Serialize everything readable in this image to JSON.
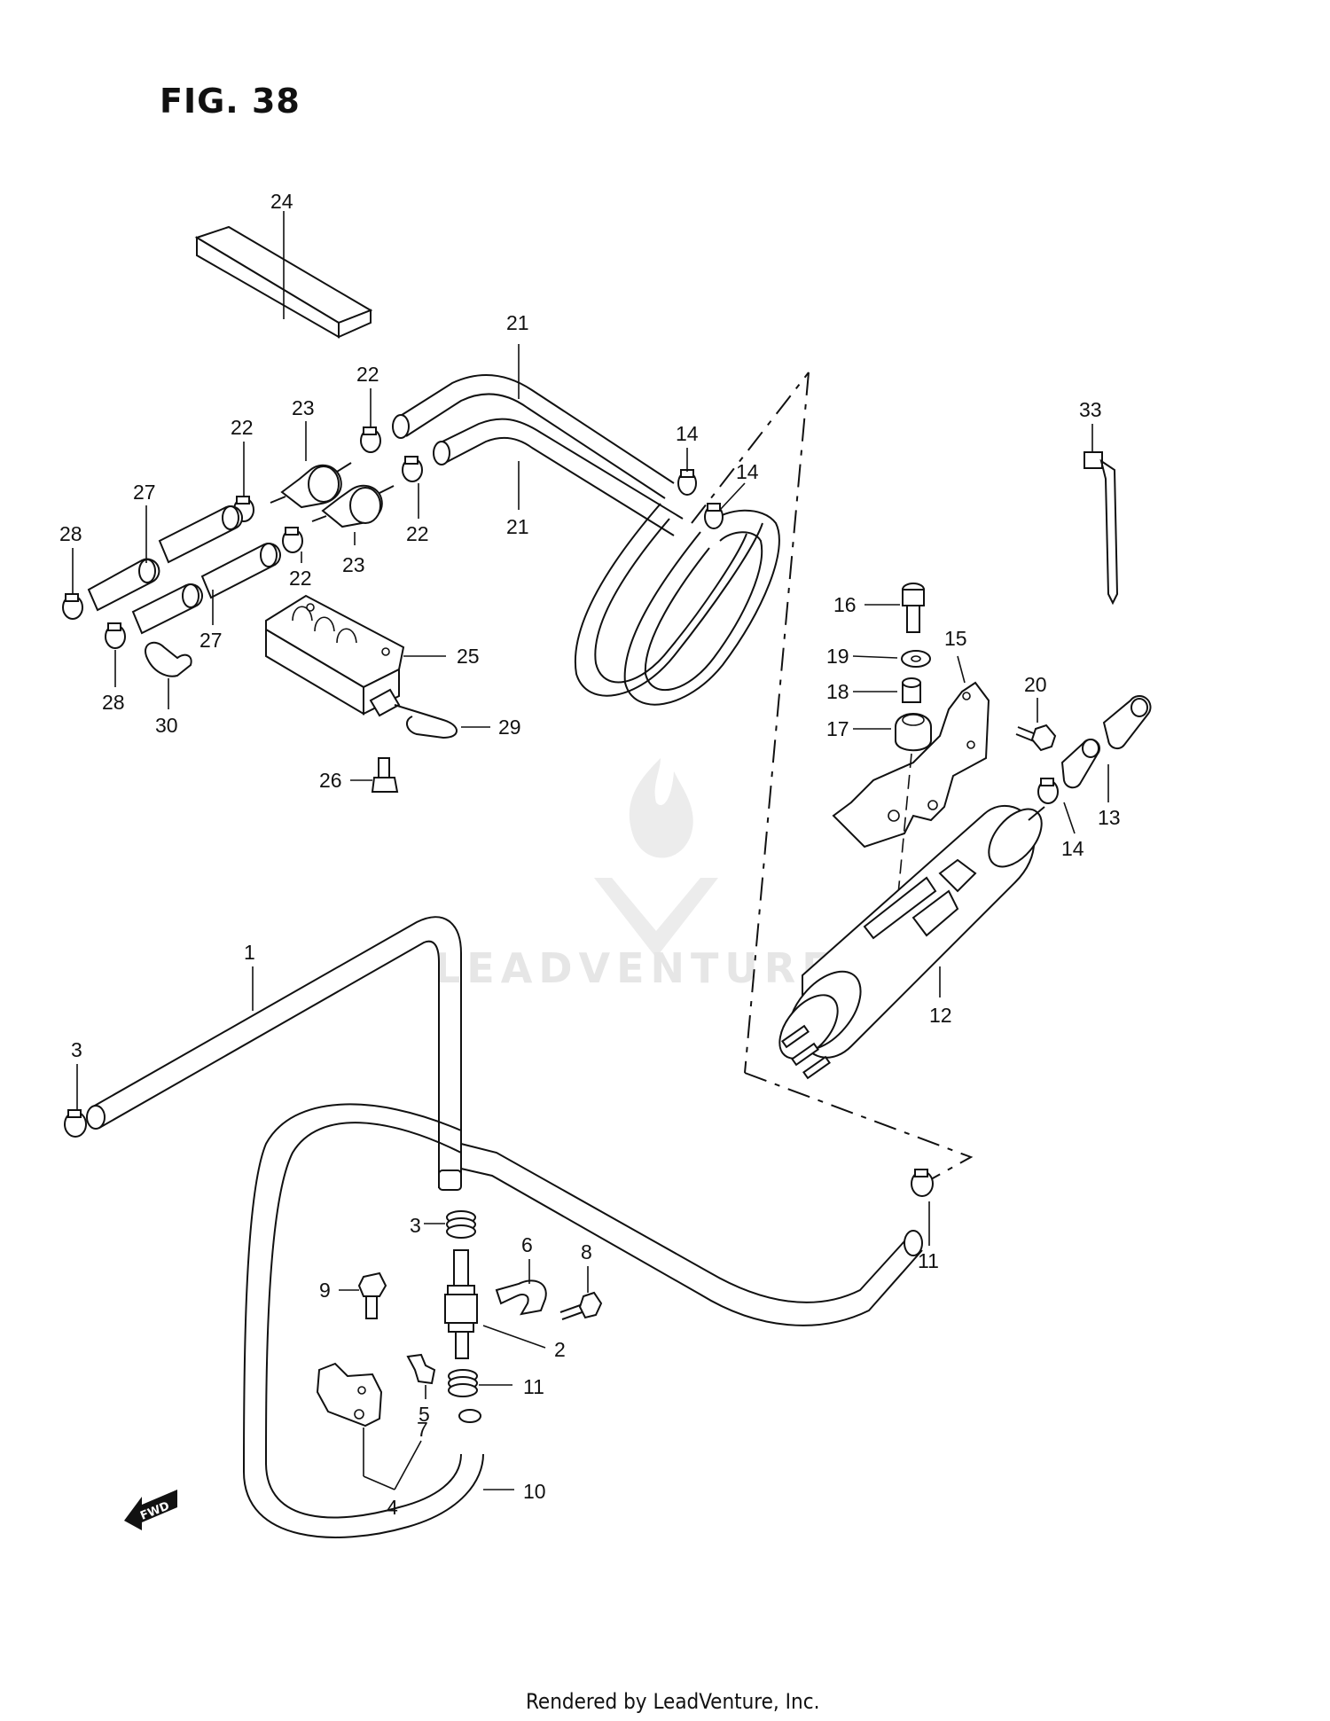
{
  "figure": {
    "title": "FIG. 38"
  },
  "fwd_label": "FWD",
  "watermark": "LEADVENTURE",
  "credit": "Rendered by LeadVenture, Inc.",
  "callouts": {
    "c1": "1",
    "c2": "2",
    "c3a": "3",
    "c3b": "3",
    "c4": "4",
    "c5": "5",
    "c6": "6",
    "c7": "7",
    "c8": "8",
    "c9": "9",
    "c10": "10",
    "c11a": "11",
    "c11b": "11",
    "c12": "12",
    "c13": "13",
    "c14a": "14",
    "c14b": "14",
    "c14c": "14",
    "c15": "15",
    "c16": "16",
    "c17": "17",
    "c18": "18",
    "c19": "19",
    "c20": "20",
    "c21a": "21",
    "c21b": "21",
    "c22a": "22",
    "c22b": "22",
    "c22c": "22",
    "c22d": "22",
    "c23a": "23",
    "c23b": "23",
    "c24": "24",
    "c25": "25",
    "c26": "26",
    "c27a": "27",
    "c27b": "27",
    "c28a": "28",
    "c28b": "28",
    "c29": "29",
    "c30": "30",
    "c33": "33"
  }
}
